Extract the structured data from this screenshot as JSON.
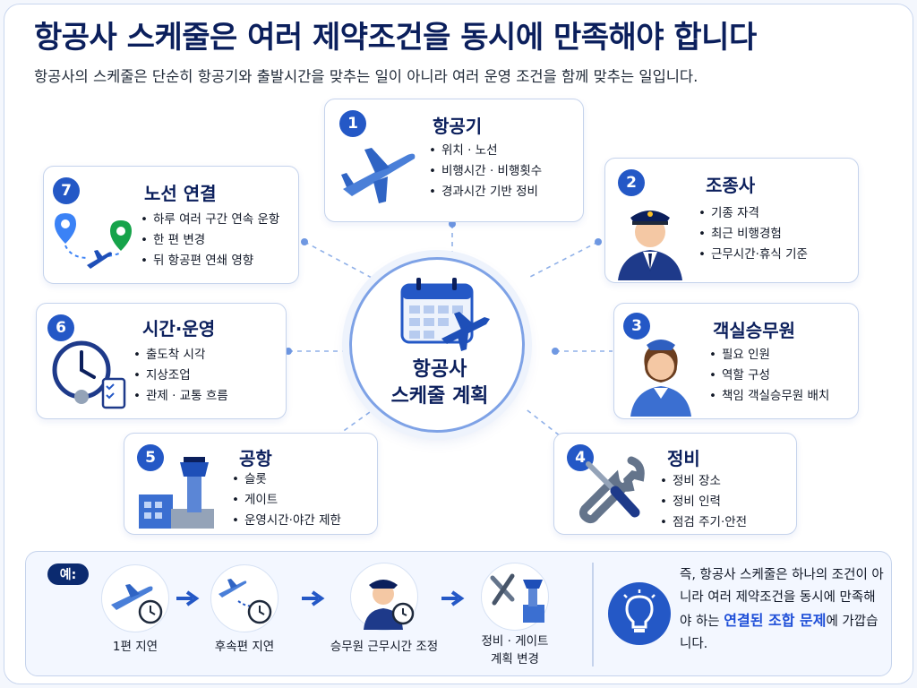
{
  "title": "항공사 스케줄은 여러 제약조건을 동시에 만족해야 합니다",
  "subtitle": "항공사의 스케줄은 단순히 항공기와 출발시간을 맞추는 일이 아니라 여러 운영 조건을 함께 맞추는 일입니다.",
  "center": {
    "line1": "항공사",
    "line2": "스케줄 계획"
  },
  "cards": [
    {
      "num": "1",
      "title": "항공기",
      "icon": "airplane-icon",
      "items": [
        "위치 · 노선",
        "비행시간 · 비행횟수",
        "경과시간 기반 정비"
      ]
    },
    {
      "num": "2",
      "title": "조종사",
      "icon": "pilot-icon",
      "items": [
        "기종 자격",
        "최근 비행경험",
        "근무시간·휴식 기준"
      ]
    },
    {
      "num": "3",
      "title": "객실승무원",
      "icon": "flight-attendant-icon",
      "items": [
        "필요 인원",
        "역할 구성",
        "책임 객실승무원 배치"
      ]
    },
    {
      "num": "4",
      "title": "정비",
      "icon": "wrench-screwdriver-icon",
      "items": [
        "정비 장소",
        "정비 인력",
        "점검 주기·안전"
      ]
    },
    {
      "num": "5",
      "title": "공항",
      "icon": "control-tower-icon",
      "items": [
        "슬롯",
        "게이트",
        "운영시간·야간 제한"
      ]
    },
    {
      "num": "6",
      "title": "시간·운영",
      "icon": "clock-checklist-icon",
      "items": [
        "출도착 시각",
        "지상조업",
        "관제 · 교통 흐름"
      ]
    },
    {
      "num": "7",
      "title": "노선 연결",
      "icon": "route-pins-icon",
      "items": [
        "하루 여러 구간 연속 운항",
        "한 편 변경",
        "뒤 항공편 연쇄 영향"
      ]
    }
  ],
  "example": {
    "badge": "예:",
    "steps": [
      {
        "label": "1편 지연",
        "icon": "plane-clock-icon"
      },
      {
        "label": "후속편 지연",
        "icon": "plane-path-clock-icon"
      },
      {
        "label": "승무원 근무시간 조정",
        "icon": "pilot-clock-icon"
      },
      {
        "label": "정비 · 게이트\n계획 변경",
        "icon": "tools-tower-icon"
      }
    ],
    "summary": {
      "text1": "즉, 항공사 스케줄은 하나의 조건이 아니라 여러 제약조건을 동시에 만족해야 하는 ",
      "highlight": "연결된 조합 문제",
      "text2": "에 가깝습니다."
    }
  },
  "colors": {
    "accent": "#2458c6",
    "navy": "#0b1f5c",
    "border": "#c5d3ec"
  }
}
